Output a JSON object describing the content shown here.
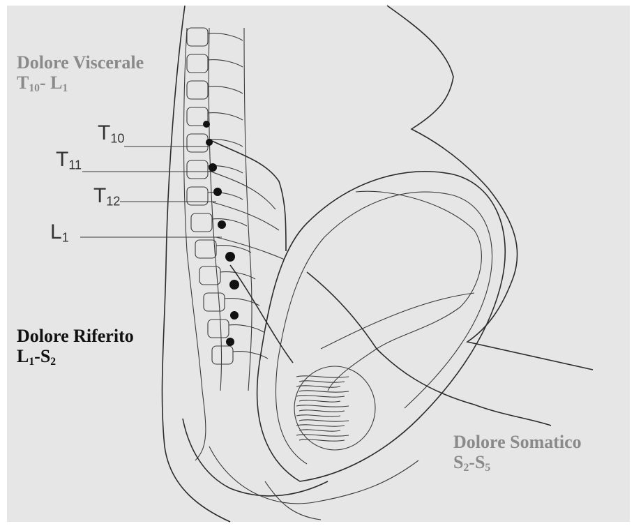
{
  "labels": {
    "visceral": {
      "title": "Dolore Viscerale",
      "range_a": "T",
      "range_a_sub": "10",
      "range_sep": "- ",
      "range_b": "L",
      "range_b_sub": "1",
      "color": "#8a8a8a"
    },
    "referito": {
      "title": "Dolore Riferito",
      "range_a": "L",
      "range_a_sub": "1",
      "range_sep": "-",
      "range_b": "S",
      "range_b_sub": "2",
      "color": "#111111"
    },
    "somatico": {
      "title": "Dolore Somatico",
      "range_a": "S",
      "range_a_sub": "2",
      "range_sep": "-",
      "range_b": "S",
      "range_b_sub": "5",
      "color": "#8a8a8a"
    }
  },
  "nerve_levels": [
    {
      "letter": "T",
      "sub": "10"
    },
    {
      "letter": "T",
      "sub": "11"
    },
    {
      "letter": "T",
      "sub": "12"
    },
    {
      "letter": "L",
      "sub": "1"
    }
  ],
  "colors": {
    "background": "#e6e6e6",
    "ink": "#2b2b2b"
  }
}
